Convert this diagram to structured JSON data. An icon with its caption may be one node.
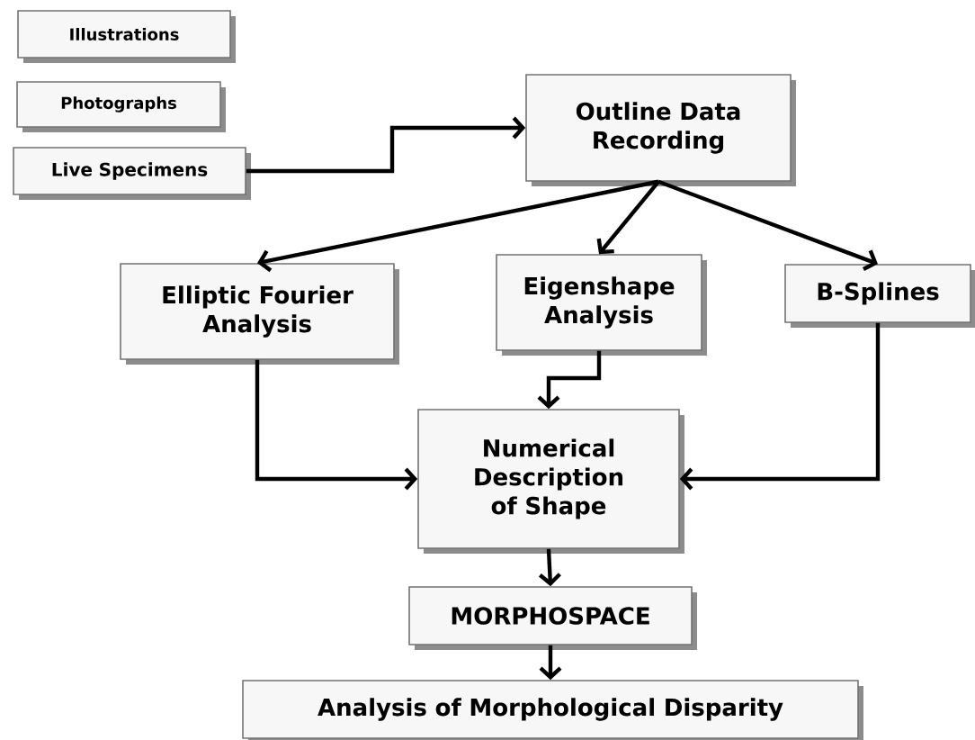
{
  "diagram": {
    "nodes": [
      {
        "text": [
          "Illustrations"
        ]
      },
      {
        "text": [
          "Photographs"
        ]
      },
      {
        "text": [
          "Live Specimens"
        ]
      },
      {
        "text": [
          "Outline Data Recording"
        ]
      },
      {
        "text": [
          "Elliptic Fourier Analysis"
        ]
      },
      {
        "text": [
          "Eigenshape Analysis"
        ]
      },
      {
        "text": [
          "B-Splines"
        ]
      },
      {
        "text": [
          "Numerical Description of Shape"
        ]
      },
      {
        "text": [
          "MORPHOSPACE"
        ]
      },
      {
        "text": [
          "Analysis of Morphological Disparity"
        ]
      }
    ],
    "edges": [
      {
        "from": 2,
        "to": 3,
        "arrow": "to"
      },
      {
        "from": 3,
        "to": 4,
        "arrow": "to"
      },
      {
        "from": 3,
        "to": 5,
        "arrow": "to"
      },
      {
        "from": 3,
        "to": 6,
        "arrow": "to"
      },
      {
        "from": 4,
        "to": 7,
        "arrow": "to"
      },
      {
        "from": 5,
        "to": 7,
        "arrow": "to"
      },
      {
        "from": 6,
        "to": 7,
        "arrow": "to"
      },
      {
        "from": 7,
        "to": 8,
        "arrow": "to"
      },
      {
        "from": 8,
        "to": 9,
        "arrow": "to"
      }
    ]
  }
}
